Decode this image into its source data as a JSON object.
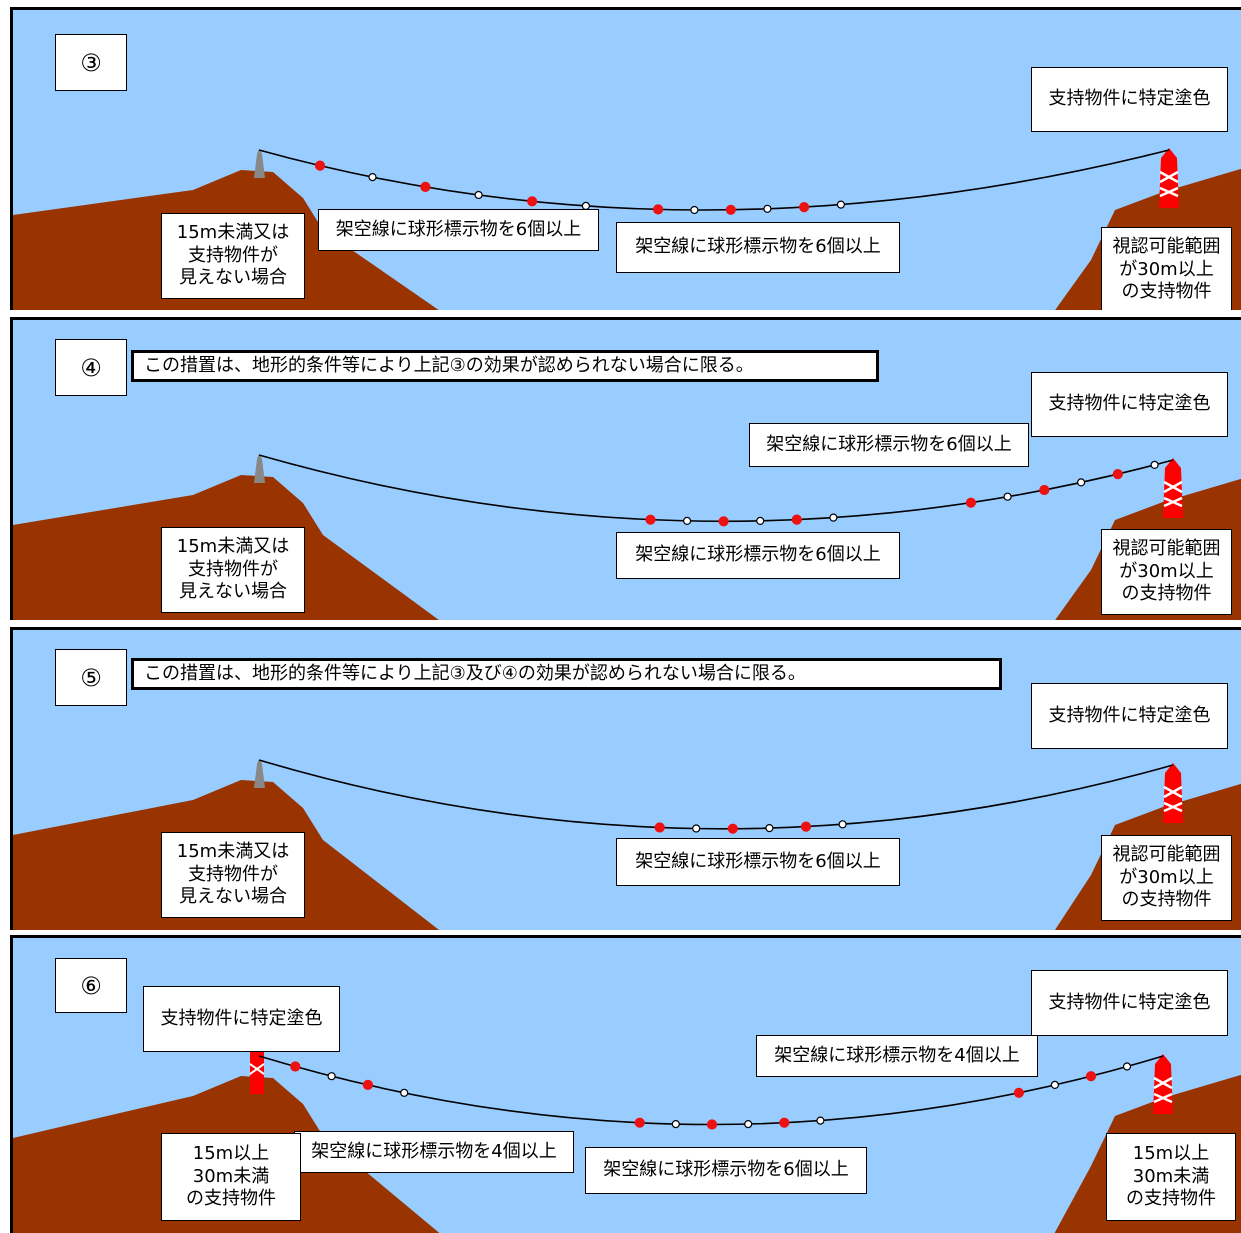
{
  "colors": {
    "sky": "#99ccff",
    "ground": "#993300",
    "line": "#000000",
    "marker_red": "#ee1111",
    "marker_white": "#ffffff",
    "pole_gray": "#888888",
    "tower_red": "#ff0000"
  },
  "panels": [
    {
      "number": "③",
      "note": "",
      "left_support_label": "15m未満又は\n支持物件が\n見えない場合",
      "right_support_label": "視認可能範囲\nが30m以上\nの支持物件",
      "right_color_label": "支持物件に特定塗色",
      "left_color_label": "",
      "left_span_label": "架空線に球形標示物を6個以上",
      "center_span_label": "架空線に球形標示物を6個以上",
      "right_span_label": "",
      "left_tower": "pole",
      "right_tower": "tower"
    },
    {
      "number": "④",
      "note": "この措置は、地形的条件等により上記③の効果が認められない場合に限る。",
      "left_support_label": "15m未満又は\n支持物件が\n見えない場合",
      "right_support_label": "視認可能範囲\nが30m以上\nの支持物件",
      "right_color_label": "支持物件に特定塗色",
      "left_color_label": "",
      "left_span_label": "",
      "center_span_label": "架空線に球形標示物を6個以上",
      "right_span_label": "架空線に球形標示物を6個以上",
      "left_tower": "pole",
      "right_tower": "tower"
    },
    {
      "number": "⑤",
      "note": "この措置は、地形的条件等により上記③及び④の効果が認められない場合に限る。",
      "left_support_label": "15m未満又は\n支持物件が\n見えない場合",
      "right_support_label": "視認可能範囲\nが30m以上\nの支持物件",
      "right_color_label": "支持物件に特定塗色",
      "left_color_label": "",
      "left_span_label": "",
      "center_span_label": "架空線に球形標示物を6個以上",
      "right_span_label": "",
      "left_tower": "pole",
      "right_tower": "tower"
    },
    {
      "number": "⑥",
      "note": "",
      "left_support_label": "15m以上\n30m未満\nの支持物件",
      "right_support_label": "15m以上\n30m未満\nの支持物件",
      "right_color_label": "支持物件に特定塗色",
      "left_color_label": "支持物件に特定塗色",
      "left_span_label": "架空線に球形標示物を4個以上",
      "center_span_label": "架空線に球形標示物を6個以上",
      "right_span_label": "架空線に球形標示物を4個以上",
      "left_tower": "tower-small",
      "right_tower": "tower-small"
    }
  ]
}
